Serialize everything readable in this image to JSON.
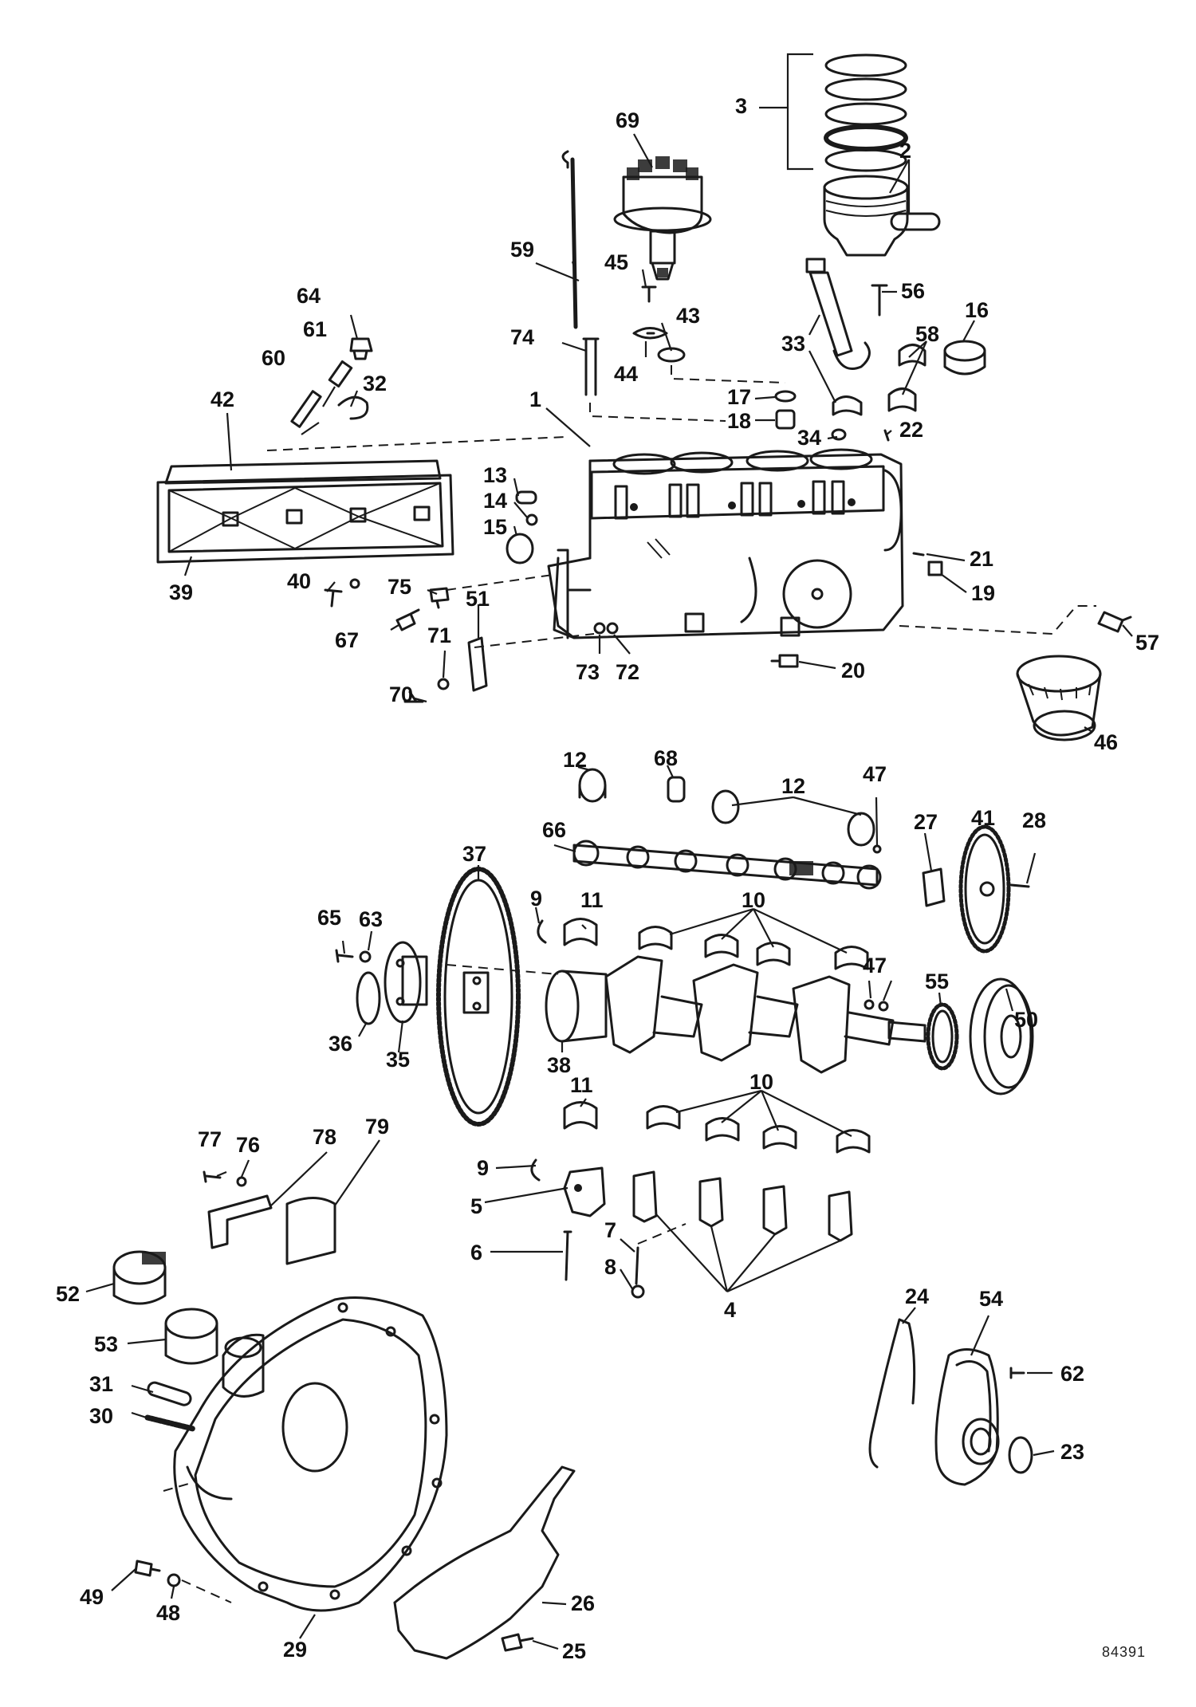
{
  "diagram": {
    "callouts": [
      {
        "id": "c1",
        "label": "1"
      },
      {
        "id": "c2",
        "label": "2"
      },
      {
        "id": "c3",
        "label": "3"
      },
      {
        "id": "c4",
        "label": "4"
      },
      {
        "id": "c5",
        "label": "5"
      },
      {
        "id": "c6",
        "label": "6"
      },
      {
        "id": "c7",
        "label": "7"
      },
      {
        "id": "c8",
        "label": "8"
      },
      {
        "id": "c9a",
        "label": "9"
      },
      {
        "id": "c9b",
        "label": "9"
      },
      {
        "id": "c10a",
        "label": "10"
      },
      {
        "id": "c10b",
        "label": "10"
      },
      {
        "id": "c11a",
        "label": "11"
      },
      {
        "id": "c11b",
        "label": "11"
      },
      {
        "id": "c12a",
        "label": "12"
      },
      {
        "id": "c12b",
        "label": "12"
      },
      {
        "id": "c13",
        "label": "13"
      },
      {
        "id": "c14",
        "label": "14"
      },
      {
        "id": "c15",
        "label": "15"
      },
      {
        "id": "c16",
        "label": "16"
      },
      {
        "id": "c17",
        "label": "17"
      },
      {
        "id": "c18",
        "label": "18"
      },
      {
        "id": "c19",
        "label": "19"
      },
      {
        "id": "c20",
        "label": "20"
      },
      {
        "id": "c21",
        "label": "21"
      },
      {
        "id": "c22",
        "label": "22"
      },
      {
        "id": "c23",
        "label": "23"
      },
      {
        "id": "c24",
        "label": "24"
      },
      {
        "id": "c25",
        "label": "25"
      },
      {
        "id": "c26",
        "label": "26"
      },
      {
        "id": "c27",
        "label": "27"
      },
      {
        "id": "c28",
        "label": "28"
      },
      {
        "id": "c29",
        "label": "29"
      },
      {
        "id": "c30",
        "label": "30"
      },
      {
        "id": "c31",
        "label": "31"
      },
      {
        "id": "c32",
        "label": "32"
      },
      {
        "id": "c33",
        "label": "33"
      },
      {
        "id": "c34",
        "label": "34"
      },
      {
        "id": "c35",
        "label": "35"
      },
      {
        "id": "c36",
        "label": "36"
      },
      {
        "id": "c37",
        "label": "37"
      },
      {
        "id": "c38",
        "label": "38"
      },
      {
        "id": "c39",
        "label": "39"
      },
      {
        "id": "c40",
        "label": "40"
      },
      {
        "id": "c41",
        "label": "41"
      },
      {
        "id": "c42",
        "label": "42"
      },
      {
        "id": "c43",
        "label": "43"
      },
      {
        "id": "c44",
        "label": "44"
      },
      {
        "id": "c45",
        "label": "45"
      },
      {
        "id": "c46",
        "label": "46"
      },
      {
        "id": "c47a",
        "label": "47"
      },
      {
        "id": "c47b",
        "label": "47"
      },
      {
        "id": "c48",
        "label": "48"
      },
      {
        "id": "c49",
        "label": "49"
      },
      {
        "id": "c50",
        "label": "50"
      },
      {
        "id": "c51",
        "label": "51"
      },
      {
        "id": "c52",
        "label": "52"
      },
      {
        "id": "c53",
        "label": "53"
      },
      {
        "id": "c54",
        "label": "54"
      },
      {
        "id": "c55",
        "label": "55"
      },
      {
        "id": "c56",
        "label": "56"
      },
      {
        "id": "c57",
        "label": "57"
      },
      {
        "id": "c58",
        "label": "58"
      },
      {
        "id": "c59",
        "label": "59"
      },
      {
        "id": "c60",
        "label": "60"
      },
      {
        "id": "c61",
        "label": "61"
      },
      {
        "id": "c62",
        "label": "62"
      },
      {
        "id": "c63",
        "label": "63"
      },
      {
        "id": "c64",
        "label": "64"
      },
      {
        "id": "c65",
        "label": "65"
      },
      {
        "id": "c66",
        "label": "66"
      },
      {
        "id": "c67",
        "label": "67"
      },
      {
        "id": "c68",
        "label": "68"
      },
      {
        "id": "c69",
        "label": "69"
      },
      {
        "id": "c70",
        "label": "70"
      },
      {
        "id": "c71",
        "label": "71"
      },
      {
        "id": "c72",
        "label": "72"
      },
      {
        "id": "c73",
        "label": "73"
      },
      {
        "id": "c74",
        "label": "74"
      },
      {
        "id": "c75",
        "label": "75"
      },
      {
        "id": "c76",
        "label": "76"
      },
      {
        "id": "c77",
        "label": "77"
      },
      {
        "id": "c78",
        "label": "78"
      },
      {
        "id": "c79",
        "label": "79"
      }
    ],
    "reference_code": "84391"
  }
}
